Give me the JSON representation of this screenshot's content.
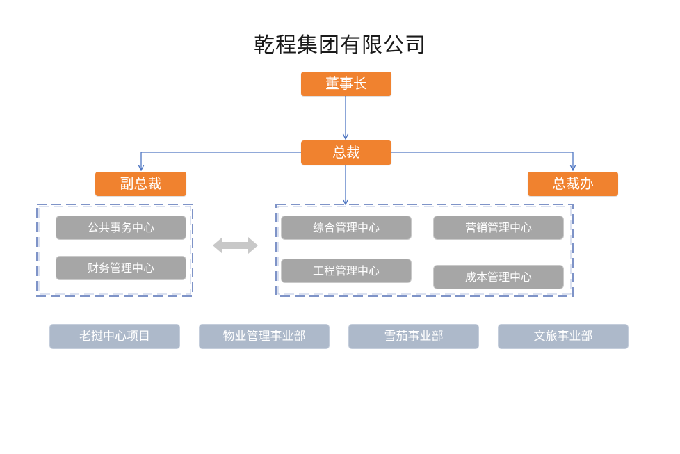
{
  "title": "乾程集团有限公司",
  "executives": {
    "chairman": "董事长",
    "president": "总裁",
    "vice_president": "副总裁",
    "president_office": "总裁办"
  },
  "left_group": {
    "centers": [
      "公共事务中心",
      "财务管理中心"
    ]
  },
  "right_group": {
    "centers": [
      "综合管理中心",
      "营销管理中心",
      "工程管理中心",
      "成本管理中心"
    ]
  },
  "business_units": [
    "老挝中心项目",
    "物业管理事业部",
    "雪茄事业部",
    "文旅事业部"
  ],
  "colors": {
    "executive_box": "#f0822f",
    "center_box": "#a6a6a6",
    "business_unit_box": "#adb9ca",
    "connector": "#4f76c2",
    "dashed_border": "#7f94c8",
    "double_arrow": "#c8c8c8"
  }
}
